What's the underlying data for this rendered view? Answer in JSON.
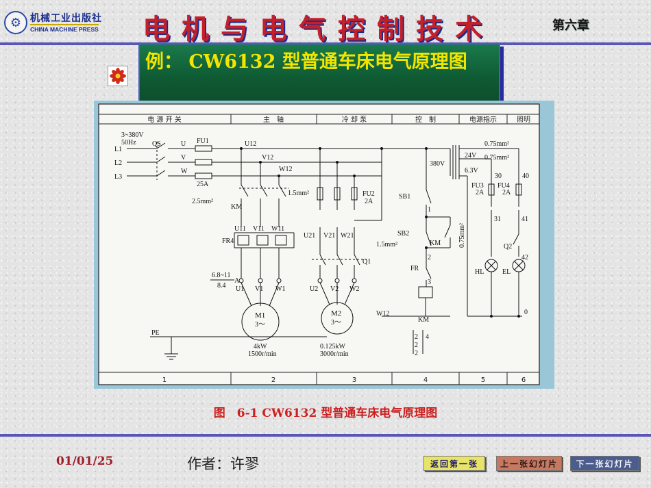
{
  "header": {
    "publisher_cn": "机械工业出版社",
    "publisher_en": "CHINA MACHINE PRESS",
    "book_title": "电机与电气控制技术",
    "chapter": "第六章"
  },
  "slide": {
    "banner_title": "例： CW6132 型普通车床电气原理图",
    "caption": "图　6-1  CW6132 型普通车床电气原理图"
  },
  "diagram": {
    "section_headers": [
      "电 源 开 关",
      "主　轴",
      "冷 却 泵",
      "控　制",
      "电源指示",
      "照明"
    ],
    "column_numbers": [
      "1",
      "2",
      "3",
      "4",
      "5",
      "6"
    ],
    "labels": {
      "supply": "3~380V",
      "freq": "50Hz",
      "l1": "L1",
      "l2": "L2",
      "l3": "L3",
      "qs": "QS",
      "u": "U",
      "v": "V",
      "w": "W",
      "fu1": "FU1",
      "fu1_rating": "25A",
      "u12": "U12",
      "v12": "V12",
      "w12": "W12",
      "wire_main": "2.5mm²",
      "wire_pump": "1.5mm²",
      "wire_pump2": "1.5mm²",
      "km_main": "KM",
      "fu2": "FU2",
      "fu2_rating": "2A",
      "u11": "U11",
      "v11": "V11",
      "w11": "W11",
      "u21": "U21",
      "v21": "V21",
      "w21": "W21",
      "fr4": "FR4",
      "q1": "Q1",
      "ammeter_ratio_top": "6.8~11",
      "ammeter_ratio_bot": "8.4",
      "a": "A",
      "u1": "U1",
      "v1": "V1",
      "w1": "W1",
      "u2": "U2",
      "v2": "V2",
      "w2": "W2",
      "m1": "M1",
      "m1_sub": "3～",
      "m2": "M2",
      "m2_sub": "3～",
      "m1_power": "4kW",
      "m1_speed": "1500r/min",
      "m2_power": "0.125kW",
      "m2_speed": "3000r/min",
      "pe": "PE",
      "sb1": "SB1",
      "sb2": "SB2",
      "km_coil": "KM",
      "km_aux": "KM",
      "fr": "FR",
      "n1": "1",
      "n2": "2",
      "n3": "3",
      "w12_ctrl": "W12",
      "xfmr_in": "380V",
      "xfmr_24": "24V",
      "xfmr_63": "6.3V",
      "wire_075a": "0.75mm²",
      "wire_075b": "0.75mm²",
      "wire_075v": "0.75mm²",
      "n30": "30",
      "n40": "40",
      "fu3": "FU3",
      "fu4": "FU4",
      "fu3_r": "2A",
      "fu4_r": "2A",
      "n31": "31",
      "n41": "41",
      "q2": "Q2",
      "n42": "42",
      "hl": "HL",
      "el": "EL",
      "n0": "0",
      "grid_22a": "2",
      "grid_22b": "2",
      "grid_22c": "2",
      "grid_4": "4"
    }
  },
  "footer": {
    "date": "01/01/25",
    "author": "作者：许翏",
    "nav_first": "返回第一张",
    "nav_prev": "上一张幻灯片",
    "nav_next": "下一张幻灯片"
  }
}
